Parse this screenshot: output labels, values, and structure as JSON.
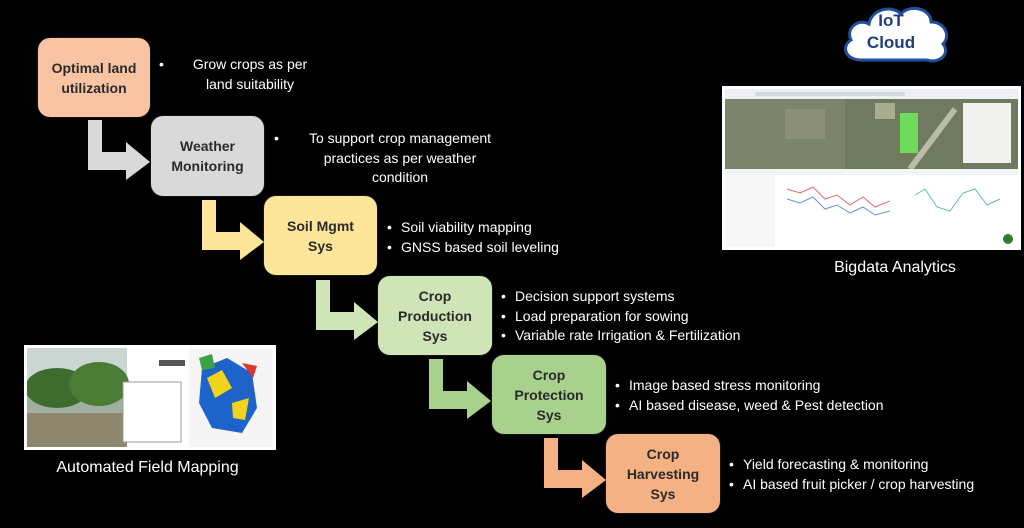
{
  "colors": {
    "background": "#000000",
    "optimal_land": "#f8c4a4",
    "weather": "#d9d9d9",
    "soil": "#fde59a",
    "crop_production": "#cfe4b7",
    "crop_protection": "#a9d18e",
    "crop_harvesting": "#f4b183"
  },
  "stages": [
    {
      "label": "Optimal land\nutilization",
      "bullets": [
        "Grow crops as per\nland suitability"
      ]
    },
    {
      "label": "Weather\nMonitoring",
      "bullets": [
        "To support crop management\npractices as per weather\ncondition"
      ]
    },
    {
      "label": "Soil Mgmt\nSys",
      "bullets": [
        "Soil viability mapping",
        "GNSS based soil leveling"
      ]
    },
    {
      "label": "Crop\nProduction\nSys",
      "bullets": [
        "Decision support systems",
        "Load preparation for sowing",
        "Variable rate Irrigation & Fertilization"
      ]
    },
    {
      "label": "Crop\nProtection\nSys",
      "bullets": [
        "Image based stress monitoring",
        "AI based disease, weed & Pest detection"
      ]
    },
    {
      "label": "Crop\nHarvesting\nSys",
      "bullets": [
        "Yield forecasting & monitoring",
        "AI based fruit picker / crop harvesting"
      ]
    }
  ],
  "iot_cloud": "IoT\nCloud",
  "captions": {
    "bigdata": "Bigdata Analytics",
    "field_mapping": "Automated Field Mapping"
  }
}
